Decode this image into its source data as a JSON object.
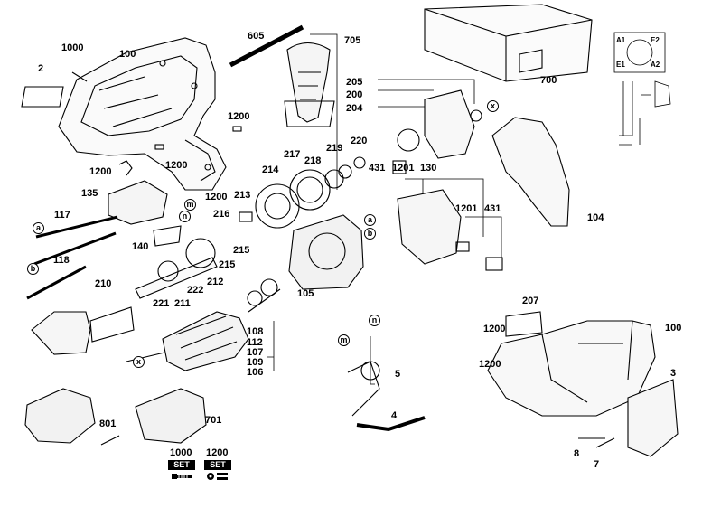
{
  "part_numbers": {
    "p1000": "1000",
    "p100a": "100",
    "p2": "2",
    "p605": "605",
    "p705": "705",
    "p700": "700",
    "p1200a": "1200",
    "p1200b": "1200",
    "p1200c": "1200",
    "p1200d": "1200",
    "p205": "205",
    "p200": "200",
    "p204": "204",
    "p220": "220",
    "p219": "219",
    "p218": "218",
    "p217": "217",
    "p214": "214",
    "p213": "213",
    "p431a": "431",
    "p1201a": "1201",
    "p130": "130",
    "p1201b": "1201",
    "p431b": "431",
    "p104": "104",
    "p135": "135",
    "p117": "117",
    "p118": "118",
    "p140": "140",
    "p216": "216",
    "p215a": "215",
    "p215b": "215",
    "p212": "212",
    "p222": "222",
    "p211": "211",
    "p221": "221",
    "p210": "210",
    "p105": "105",
    "p108": "108",
    "p112": "112",
    "p107": "107",
    "p109": "109",
    "p106": "106",
    "p207": "207",
    "p100b": "100",
    "p1200e": "1200",
    "p1200f": "1200",
    "p3": "3",
    "p5": "5",
    "p4": "4",
    "p8": "8",
    "p7": "7",
    "p801": "801",
    "p701": "701",
    "p1000b": "1000",
    "p1200g": "1200"
  },
  "connectors": {
    "a1": "a",
    "b1": "b",
    "a2": "a",
    "b2": "b",
    "m1": "m",
    "n1": "n",
    "m2": "m",
    "n2": "n",
    "x1": "x",
    "x2": "x"
  },
  "wiring": {
    "A1": "A1",
    "E2": "E2",
    "E1": "E1",
    "A2": "A2"
  },
  "set_labels": {
    "s1": "SET",
    "s2": "SET"
  }
}
